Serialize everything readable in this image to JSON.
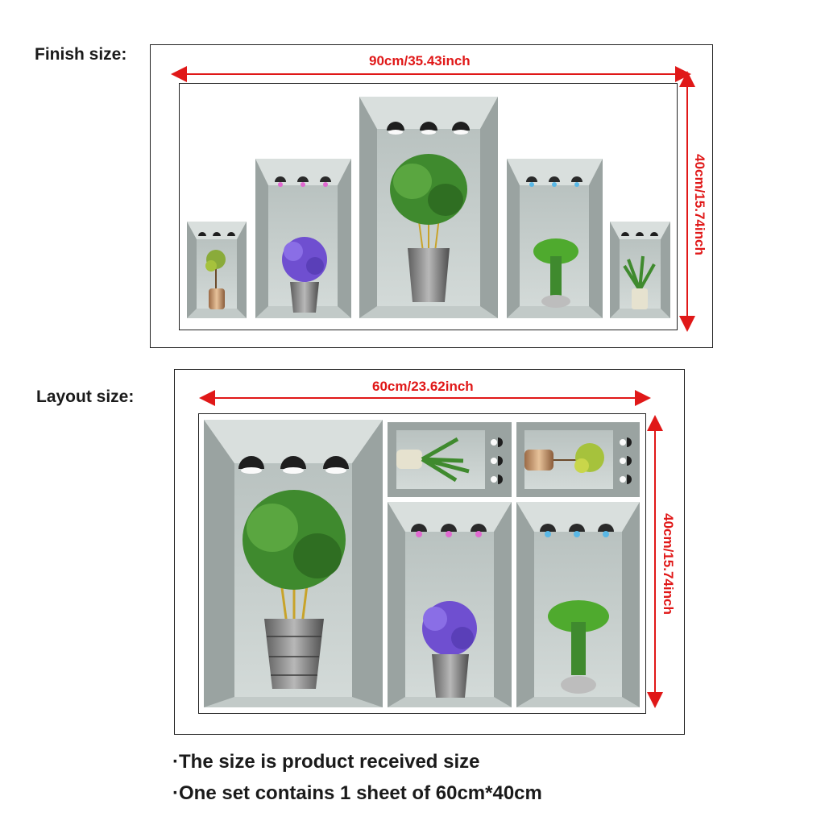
{
  "finish": {
    "label": "Finish  size:",
    "width_text": "90cm/35.43inch",
    "height_text": "40cm/15.74inch",
    "niches": [
      {
        "plant": "small-tree",
        "lamp": "white"
      },
      {
        "plant": "purple-flowers",
        "lamp": "pink"
      },
      {
        "plant": "bamboo-tree",
        "lamp": "white"
      },
      {
        "plant": "lucky-bamboo",
        "lamp": "blue"
      },
      {
        "plant": "palm",
        "lamp": "white"
      }
    ]
  },
  "layout": {
    "label": "Layout size:",
    "width_text": "60cm/23.62inch",
    "height_text": "40cm/15.74inch"
  },
  "notes": [
    "The  size  is  product  received size",
    "One set contains  1  sheet   of  60cm*40cm"
  ],
  "colors": {
    "dimension": "#e01818",
    "niche_light": "#c9d1cf",
    "niche_dark": "#8f9896",
    "lamp_pink": "#e06ad0",
    "lamp_blue": "#5ab8e6",
    "flower": "#6f4fd0",
    "leaf": "#3f8a2e"
  }
}
